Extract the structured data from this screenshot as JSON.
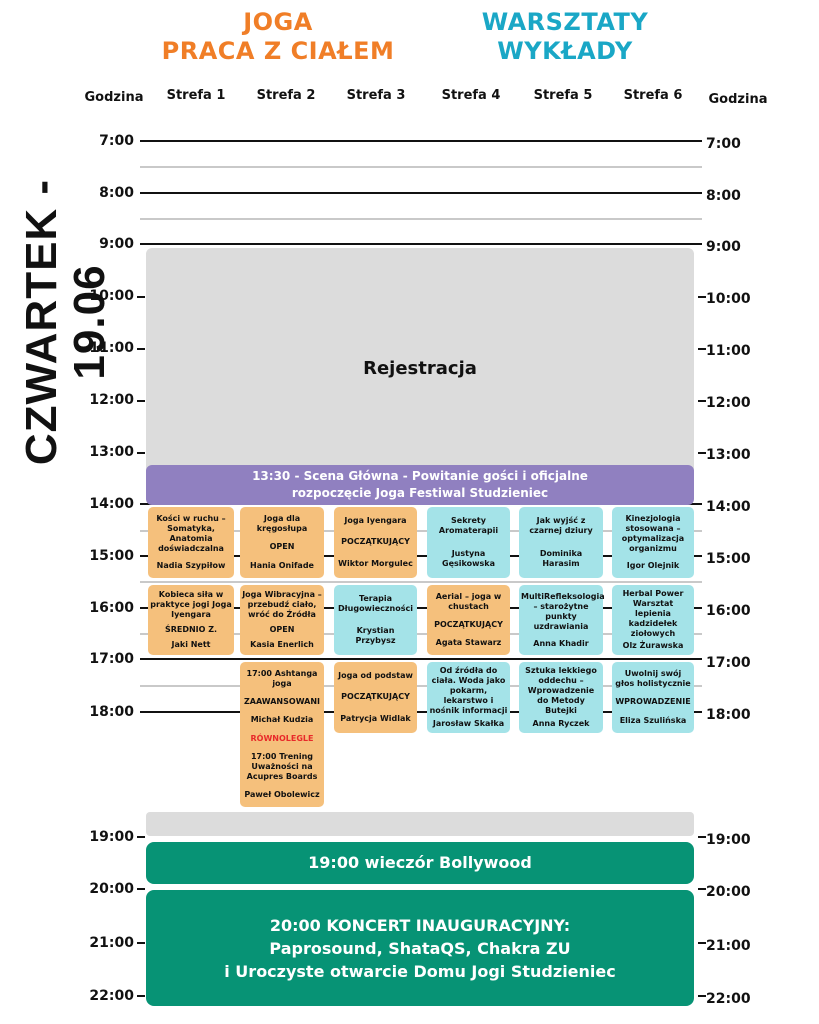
{
  "categories": {
    "left": [
      "JOGA",
      "PRACA Z CIAŁEM"
    ],
    "right": [
      "WARSZTATY",
      "WYKŁADY"
    ]
  },
  "colors": {
    "orange_title": "#f07e27",
    "blue_title": "#1aa7c6",
    "orange_box": "#f5c07c",
    "blue_box": "#a4e3e8",
    "purple": "#9080c0",
    "green": "#079375",
    "gray": "#dcdcdc",
    "red": "#e82a2a"
  },
  "header": {
    "godzina_left": "Godzina",
    "godzina_right": "Godzina",
    "zones": [
      "Strefa 1",
      "Strefa 2",
      "Strefa 3",
      "Strefa 4",
      "Strefa 5",
      "Strefa 6"
    ]
  },
  "day_title": "CZWARTEK - 19.06",
  "times": [
    "7:00",
    "8:00",
    "9:00",
    "10:00",
    "11:00",
    "12:00",
    "13:00",
    "14:00",
    "15:00",
    "16:00",
    "17:00",
    "18:00",
    "19:00",
    "20:00",
    "21:00",
    "22:00"
  ],
  "blocks": {
    "registration": "Rejestracja",
    "scena": [
      "13:30 - Scena Główna - Powitanie gości i oficjalne",
      "rozpoczęcie Joga Festiwal Studzieniec"
    ],
    "bollywood": "19:00 wieczór Bollywood",
    "koncert": [
      "20:00 KONCERT INAUGURACYJNY:",
      "Paprosound, ShataQS, Chakra ZU",
      "i  Uroczyste otwarcie Domu Jogi Studzieniec"
    ]
  },
  "sessions": {
    "s1a": [
      "Kości w ruchu – Somatyka, Anatomia doświadczalna",
      "Nadia Szypiłow"
    ],
    "s1b": [
      "Kobieca siła w praktyce jogi Joga Iyengara",
      "ŚREDNIO Z.",
      "Jaki Nett"
    ],
    "s2a": [
      "Joga dla kręgosłupa",
      "OPEN",
      "Hania Onifade"
    ],
    "s2b": [
      "Joga Wibracyjna – przebudź ciało, wróć do Źródła",
      "OPEN",
      "Kasia Enerlich"
    ],
    "s2c": [
      "17:00  Ashtanga joga",
      "ZAAWANSOWANI",
      "Michał Kudzia",
      "RÓWNOLEGLE",
      "17:00  Trening Uważności na Acupres Boards",
      "Paweł Obolewicz"
    ],
    "s3a": [
      "Joga Iyengara",
      "POCZĄTKUJĄCY",
      "Wiktor Morgulec"
    ],
    "s3b": [
      "Terapia Długowieczności",
      "Krystian Przybysz"
    ],
    "s3c": [
      "Joga od podstaw",
      "POCZĄTKUJĄCY",
      "Patrycja Widlak"
    ],
    "s4a": [
      "Sekrety Aromaterapii",
      "Justyna Gęsikowska"
    ],
    "s4b": [
      "Aerial – joga w chustach",
      "POCZĄTKUJĄCY",
      "Agata Stawarz"
    ],
    "s4c": [
      "Od źródła do ciała. Woda jako pokarm, lekarstwo i nośnik informacji",
      "Jarosław Skałka"
    ],
    "s5a": [
      "Jak wyjść z czarnej dziury",
      "Dominika Harasim"
    ],
    "s5b": [
      "MultiRefleksologia – starożytne punkty uzdrawiania",
      "Anna Khadir"
    ],
    "s5c": [
      "Sztuka lekkiego oddechu – Wprowadzenie do Metody Butejki",
      "Anna Ryczek"
    ],
    "s6a": [
      "Kinezjologia stosowana – optymalizacja organizmu",
      "Igor Olejnik"
    ],
    "s6b": [
      "Herbal Power Warsztat lepienia kadzidełek ziołowych",
      "Olz Żurawska"
    ],
    "s6c": [
      "Uwolnij swój głos holistycznie",
      "WPROWADZENIE",
      "Eliza Szulińska"
    ]
  }
}
